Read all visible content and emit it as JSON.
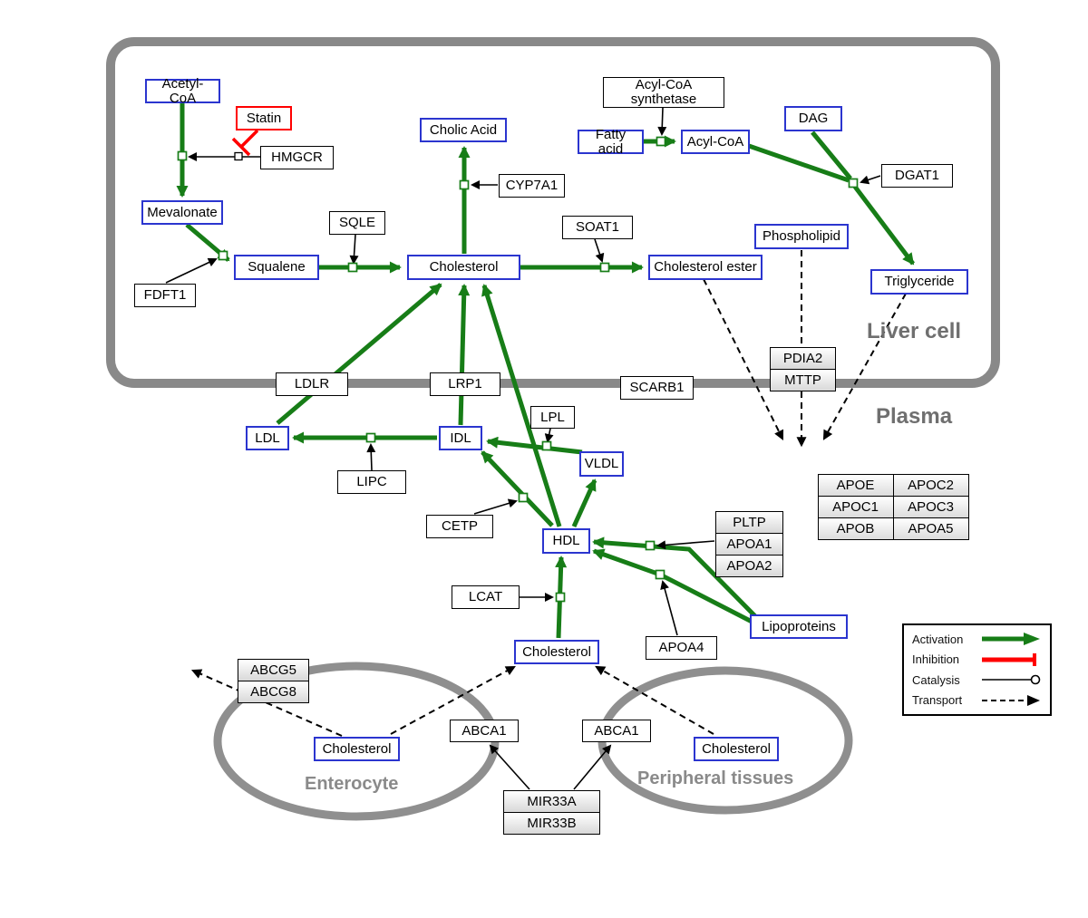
{
  "compartments": {
    "liver": "Liver cell",
    "plasma": "Plasma",
    "enterocyte": "Enterocyte",
    "peripheral": "Peripheral tissues"
  },
  "nodes": {
    "acetyl_coa": "Acetyl-CoA",
    "statin": "Statin",
    "hmgcr": "HMGCR",
    "mevalonate": "Mevalonate",
    "fdft1": "FDFT1",
    "squalene": "Squalene",
    "sqle": "SQLE",
    "cholesterol_liver": "Cholesterol",
    "cholic_acid": "Cholic Acid",
    "cyp7a1": "CYP7A1",
    "soat1": "SOAT1",
    "cholesterol_ester": "Cholesterol ester",
    "acyl_coa_synthetase": "Acyl-CoA synthetase",
    "fatty_acid": "Fatty acid",
    "acyl_coa": "Acyl-CoA",
    "dag": "DAG",
    "dgat1": "DGAT1",
    "phospholipid": "Phospholipid",
    "triglyceride": "Triglyceride",
    "ldlr": "LDLR",
    "lrp1": "LRP1",
    "scarb1": "SCARB1",
    "pdia2": "PDIA2",
    "mttp": "MTTP",
    "ldl": "LDL",
    "idl": "IDL",
    "lpl": "LPL",
    "vldl": "VLDL",
    "lipc": "LIPC",
    "cetp": "CETP",
    "hdl": "HDL",
    "pltp": "PLTP",
    "apoa1": "APOA1",
    "apoa2": "APOA2",
    "lcat": "LCAT",
    "apoa4": "APOA4",
    "lipoproteins": "Lipoproteins",
    "cholesterol_plasma": "Cholesterol",
    "abcg5": "ABCG5",
    "abcg8": "ABCG8",
    "cholesterol_enterocyte": "Cholesterol",
    "abca1_enterocyte": "ABCA1",
    "abca1_peripheral": "ABCA1",
    "cholesterol_peripheral": "Cholesterol",
    "mir33a": "MIR33A",
    "mir33b": "MIR33B"
  },
  "apolipoproteins": {
    "rows": [
      [
        "APOE",
        "APOC2"
      ],
      [
        "APOC1",
        "APOC3"
      ],
      [
        "APOB",
        "APOA5"
      ]
    ]
  },
  "legend": {
    "activation": "Activation",
    "inhibition": "Inhibition",
    "catalysis": "Catalysis",
    "transport": "Transport"
  },
  "colors": {
    "activation_green": "#177d17",
    "inhibition_red": "#ff0000",
    "metabolite_blue": "#2b35cf",
    "membrane_gray": "#8a8a8a"
  }
}
